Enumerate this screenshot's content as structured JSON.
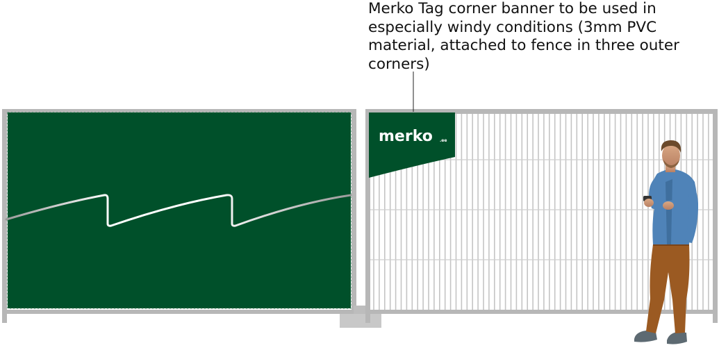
{
  "annotation": {
    "lines": [
      "Merko Tag corner banner to be used in",
      "especially windy conditions (3mm PVC",
      "material, attached to fence in three outer",
      "corners)"
    ]
  },
  "banner": {
    "logo_text": "merko",
    "logo_suffix": ".ee"
  },
  "colors": {
    "banner_green": "#00502A",
    "fence_frame": "#B7B7B7",
    "fence_bar": "#C4C4C4",
    "wave_line": "#FFFFFF"
  },
  "icons": {
    "person": "person-figure-icon",
    "connector": "fence-clamp-base-icon"
  }
}
